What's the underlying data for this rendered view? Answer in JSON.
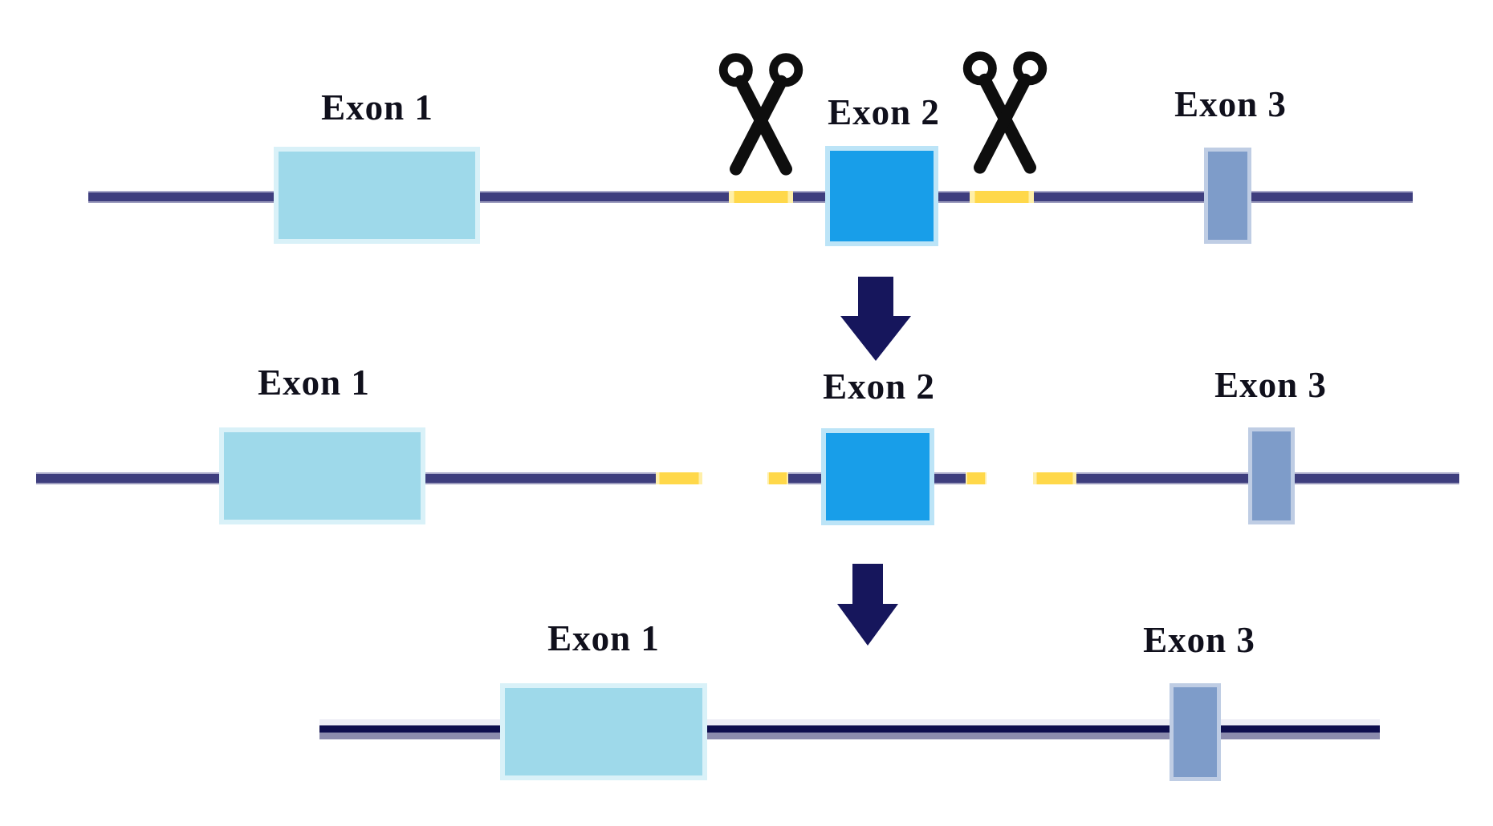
{
  "steps": {
    "before_cut": {
      "exon1": "Exon 1",
      "exon2": "Exon 2",
      "exon3": "Exon 3"
    },
    "after_cut": {
      "exon1": "Exon 1",
      "exon2": "Exon 2",
      "exon3": "Exon 3"
    },
    "after_removal": {
      "exon1": "Exon 1",
      "exon3": "Exon 3"
    }
  },
  "icons": {
    "scissors": "black-open-scissors-pointing-down",
    "arrow": "solid-block-arrow-down"
  },
  "colors": {
    "dna-line": "#3E3E7E",
    "dna-line-bottom": "#0D0D4D",
    "cut-site": "#FFD84A",
    "exon1-fill": "#9ED9EA",
    "exon1-border": "#D9F1F8",
    "exon2-fill": "#189EE9",
    "exon2-border": "#BCE4F7",
    "exon3-fill": "#7E9CC9",
    "exon3-border": "#BFCDE4",
    "arrow": "#16165C",
    "scissors": "#0E0E0E",
    "label-text": "#10101C"
  }
}
